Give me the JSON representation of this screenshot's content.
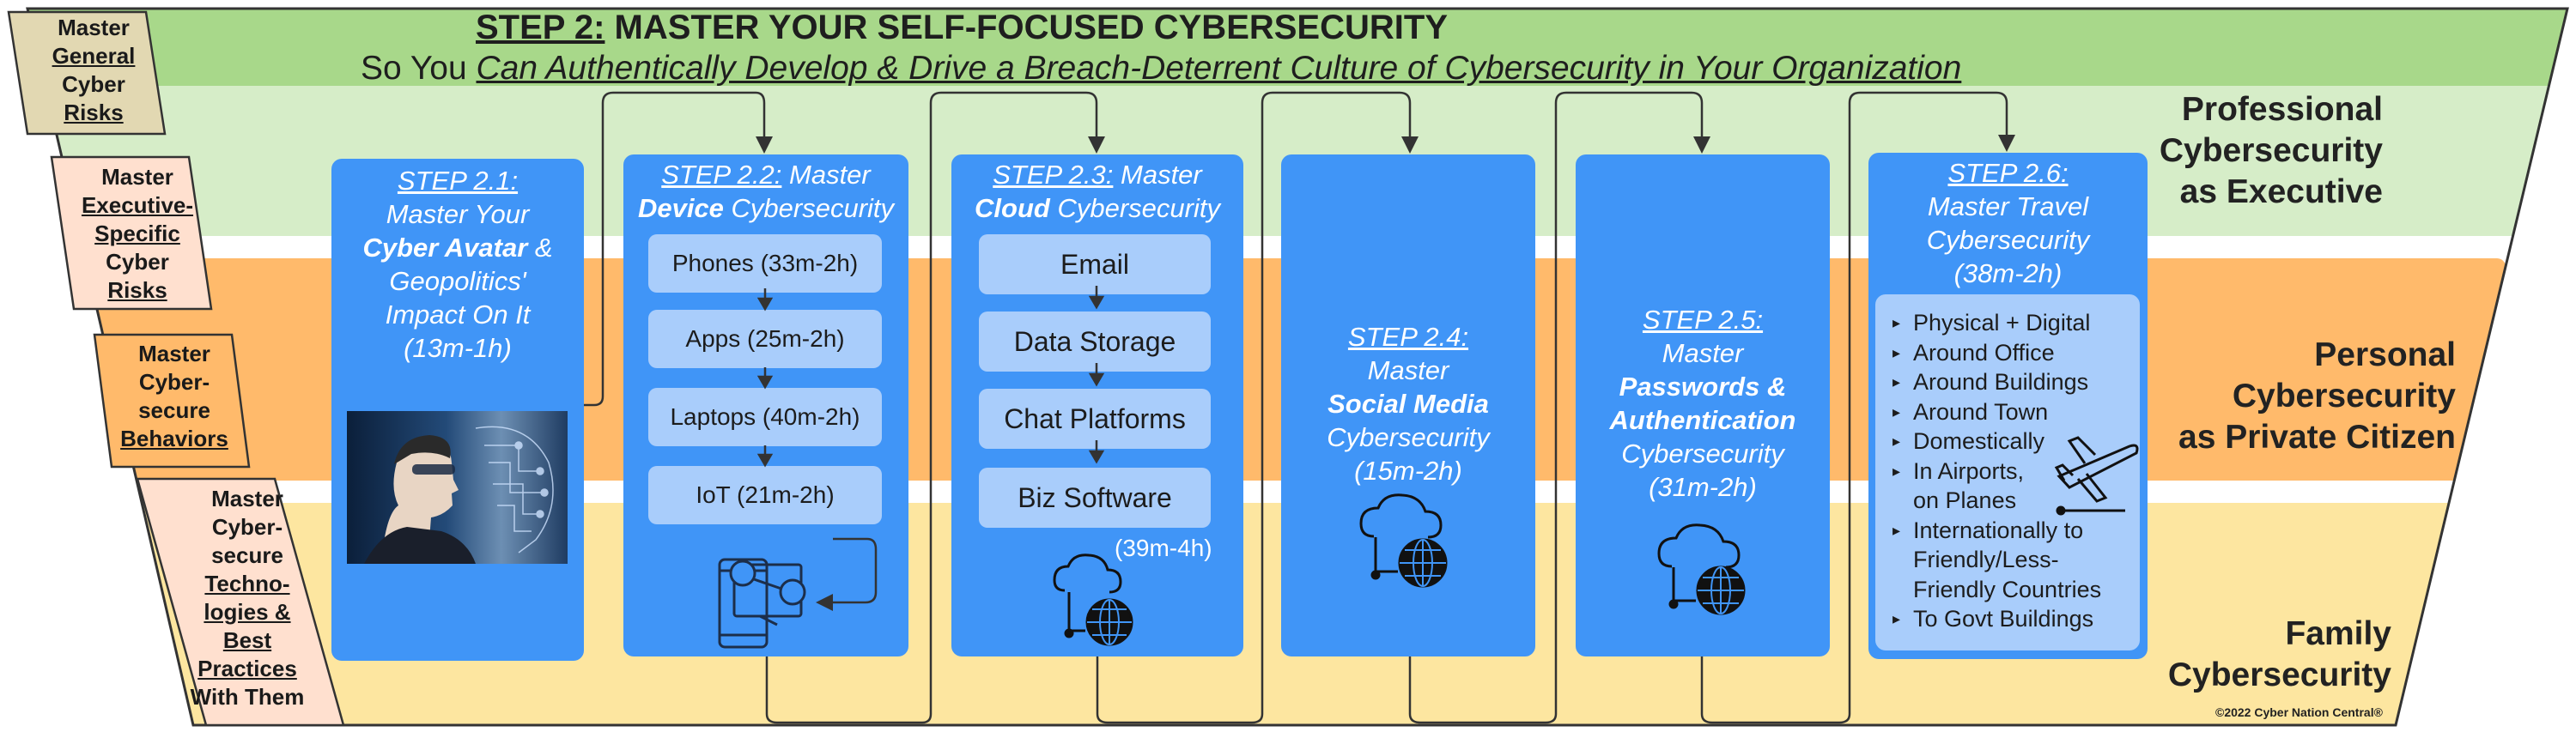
{
  "header": {
    "title_step": "STEP 2:",
    "title_rest": " MASTER YOUR SELF-FOCUSED CYBERSECURITY",
    "subtitle_prefix": "So You ",
    "subtitle_italic": "Can Authentically Develop & Drive a Breach-Deterrent Culture of Cybersecurity in Your Organization"
  },
  "bands": {
    "professional": [
      "Professional",
      "Cybersecurity",
      "as Executive"
    ],
    "personal": [
      "Personal",
      "Cybersecurity",
      "as Private Citizen"
    ],
    "family": [
      "Family",
      "Cybersecurity"
    ]
  },
  "tabs": {
    "t1": {
      "l1": "Master",
      "l2": "General",
      "l3": "Cyber",
      "l4": "Risks"
    },
    "t2": {
      "l1": "Master",
      "l2": "Executive-",
      "l3": "Specific",
      "l4": "Cyber",
      "l5": "Risks"
    },
    "t3": {
      "l1": "Master",
      "l2": "Cyber-",
      "l3": "secure",
      "l4": "Behaviors"
    },
    "t4": {
      "l1": "Master",
      "l2": "Cyber-",
      "l3": "secure",
      "l4": "Techno-",
      "l5": "logies &",
      "l6": "Best",
      "l7": "Practices",
      "l8": "With Them"
    }
  },
  "steps": {
    "s1": {
      "label": "STEP 2.1:",
      "l2": "Master Your",
      "l3b": "Cyber Avatar",
      "l3r": " &",
      "l4": "Geopolitics'",
      "l5": "Impact On It",
      "time": "(13m-1h)"
    },
    "s2": {
      "label": "STEP 2.2:",
      "l1r": " Master",
      "l2b": "Device",
      "l2r": " Cybersecurity",
      "items": [
        "Phones (33m-2h)",
        "Apps (25m-2h)",
        "Laptops (40m-2h)",
        "IoT (21m-2h)"
      ]
    },
    "s3": {
      "label": "STEP 2.3:",
      "l1r": " Master",
      "l2b": "Cloud",
      "l2r": " Cybersecurity",
      "items": [
        "Email",
        "Data Storage",
        "Chat Platforms",
        "Biz Software"
      ],
      "time": "(39m-4h)"
    },
    "s4": {
      "label": "STEP 2.4:",
      "l2": "Master",
      "l3": "Social Media",
      "l4": "Cybersecurity",
      "time": "(15m-2h)"
    },
    "s5": {
      "label": "STEP 2.5:",
      "l2": "Master",
      "l3": "Passwords &",
      "l4": "Authentication",
      "l5": "Cybersecurity",
      "time": "(31m-2h)"
    },
    "s6": {
      "label": "STEP 2.6:",
      "l2": "Master Travel",
      "l3": "Cybersecurity",
      "time": "(38m-2h)",
      "items": [
        "Physical + Digital",
        "Around Office",
        "Around Buildings",
        "Around Town",
        "Domestically",
        "In Airports,",
        "on  Planes",
        "Internationally to",
        "Friendly/Less-",
        "Friendly Countries",
        "To Govt Buildings"
      ]
    }
  },
  "copyright": "©2022 Cyber Nation Central®",
  "icons": [
    "avatar-image",
    "device-icon",
    "cloud-globe-icon",
    "airplane-icon"
  ],
  "colors": {
    "title_band": "#a8d88a",
    "professional_band": "#d6edc8",
    "personal_band": "#ffba6b",
    "family_band": "#fde6a0",
    "card": "#4095f7",
    "sub_card": "#a9cdfb"
  }
}
